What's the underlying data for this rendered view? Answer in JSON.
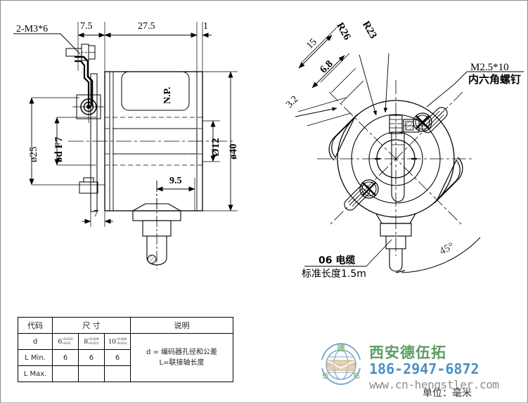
{
  "sheet": {
    "unit_note": "单位：毫米"
  },
  "side_view": {
    "callout_screw": "2-M3*6",
    "dim_7_5": "7.5",
    "dim_27_5": "27.5",
    "dim_1": "1",
    "dim_9_5": "9.5",
    "dim_7": "7",
    "dia_25": "ø25",
    "dia_d_f7": "ød F7",
    "dia_12": "Ø12",
    "dia_40": "ø40",
    "nameplate": "N.P."
  },
  "front_view": {
    "dim_15": "15",
    "dim_6_8": "6.8",
    "dim_3_2": "3.2",
    "radius_26": "R26",
    "radius_23": "R23",
    "angle_45": "45°",
    "screw_callout_line1": "M2.5*10",
    "screw_callout_line2": "内六角螺钉",
    "cable_callout_line1": "06 电缆",
    "cable_callout_line2": "标准长度1.5m"
  },
  "spec_table": {
    "headers": [
      "代码",
      "尺 寸",
      "说明"
    ],
    "rows": [
      {
        "code": "d",
        "values": [
          {
            "base": "6",
            "upper": "+0.022",
            "lower": "+0.01"
          },
          {
            "base": "8",
            "upper": "+0.028",
            "lower": "+0.013"
          },
          {
            "base": "10",
            "upper": "+0.028",
            "lower": "+0.013"
          }
        ]
      },
      {
        "code": "L Min.",
        "values": [
          {
            "base": "6"
          },
          {
            "base": "6"
          },
          {
            "base": "6"
          }
        ]
      },
      {
        "code": "L Max.",
        "values": [
          {
            "base": ""
          },
          {
            "base": ""
          },
          {
            "base": ""
          }
        ]
      }
    ],
    "description_line1": "d = 编码器孔径和公差",
    "description_line2": "L=联接轴长度"
  },
  "brand": {
    "name": "西安德伍拓",
    "phone": "186-2947-6872",
    "url": "www.cn-hengstler.com",
    "name_color": "#5c9d62",
    "phone_color": "#4a90c4",
    "url_color": "#8d8d8d",
    "logo_globe_color": "#7fa9cf",
    "logo_band_color": "#d9c3a0",
    "logo_leaf_color": "#8ab77f"
  }
}
